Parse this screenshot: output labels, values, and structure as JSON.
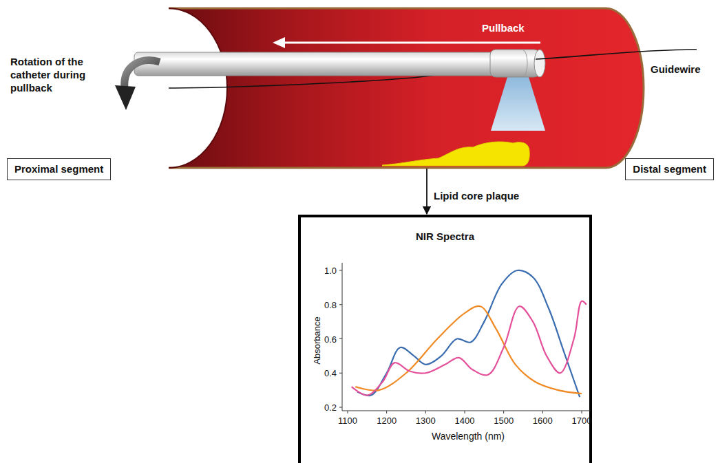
{
  "diagram": {
    "nodes": [
      {
        "text": [
          "Proximal segment"
        ]
      },
      {
        "text": [
          "Distal segment"
        ]
      },
      {
        "text": [
          "Lipid core plaque"
        ]
      },
      {
        "text": [
          "NIR Spectra"
        ]
      }
    ],
    "edges": [
      {
        "from": 2,
        "to": 3,
        "arrow": "to"
      }
    ],
    "labels": [
      "Pullback",
      "Rotation of the catheter during pullback",
      "Guidewire",
      "Absorbance",
      "Wavelength (nm)",
      "1.0",
      "0.8",
      "0.6",
      "0.4",
      "0.2",
      "1100",
      "1200",
      "1300",
      "1400",
      "1500",
      "1600",
      "1700"
    ]
  }
}
